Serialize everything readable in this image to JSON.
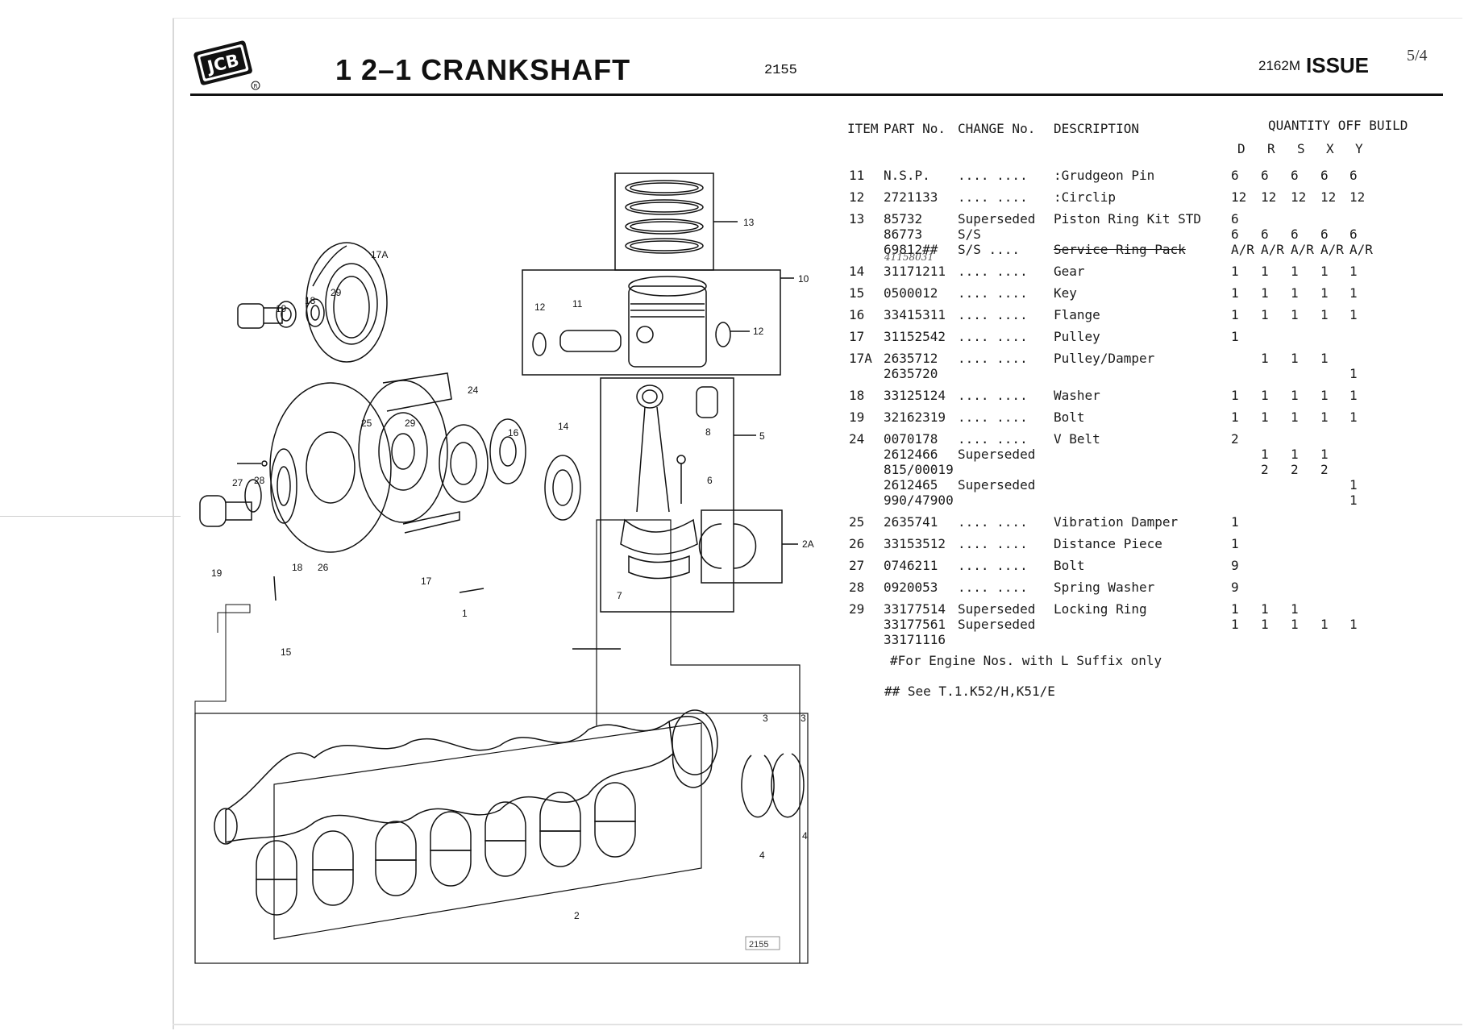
{
  "header": {
    "brand": "JCB",
    "title": "1 2–1 CRANKSHAFT",
    "figure_number": "2155",
    "issue_code": "2162M",
    "issue_label": "ISSUE",
    "issue_number": "5/4"
  },
  "table": {
    "headers": {
      "item": "ITEM",
      "part_no": "PART No.",
      "change_no": "CHANGE No.",
      "description": "DESCRIPTION",
      "quantity": "QUANTITY OFF BUILD"
    },
    "build_columns": [
      "D",
      "R",
      "S",
      "X",
      "Y"
    ],
    "rows": [
      {
        "item": "11",
        "part": "N.S.P.",
        "change": ".... ....",
        "desc": ":Grudgeon Pin",
        "qty": [
          "6",
          "6",
          "6",
          "6",
          "6"
        ]
      },
      {
        "item": "12",
        "part": "2721133",
        "change": ".... ....",
        "desc": ":Circlip",
        "qty": [
          "12",
          "12",
          "12",
          "12",
          "12"
        ]
      },
      {
        "item": "13",
        "part": "85732",
        "change": "Superseded",
        "desc": "Piston Ring Kit STD",
        "qty": [
          "6",
          "",
          "",
          "",
          ""
        ]
      },
      {
        "item": "",
        "part": "86773",
        "change": "S/S",
        "desc": "",
        "qty": [
          "6",
          "6",
          "6",
          "6",
          "6"
        ]
      },
      {
        "item": "",
        "part": "69812##",
        "change": "S/S ....",
        "desc": "Service Ring Pack",
        "qty": [
          "A/R",
          "A/R",
          "A/R",
          "A/R",
          "A/R"
        ]
      },
      {
        "item": "14",
        "part": "31171211",
        "change": ".... ....",
        "desc": "Gear",
        "qty": [
          "1",
          "1",
          "1",
          "1",
          "1"
        ]
      },
      {
        "item": "15",
        "part": "0500012",
        "change": ".... ....",
        "desc": "Key",
        "qty": [
          "1",
          "1",
          "1",
          "1",
          "1"
        ]
      },
      {
        "item": "16",
        "part": "33415311",
        "change": ".... ....",
        "desc": "Flange",
        "qty": [
          "1",
          "1",
          "1",
          "1",
          "1"
        ]
      },
      {
        "item": "17",
        "part": "31152542",
        "change": ".... ....",
        "desc": "Pulley",
        "qty": [
          "1",
          "",
          "",
          "",
          ""
        ]
      },
      {
        "item": "17A",
        "part": "2635712",
        "change": ".... ....",
        "desc": "Pulley/Damper",
        "qty": [
          "",
          "1",
          "1",
          "1",
          ""
        ]
      },
      {
        "item": "",
        "part": "2635720",
        "change": "",
        "desc": "",
        "qty": [
          "",
          "",
          "",
          "",
          "1"
        ]
      },
      {
        "item": "18",
        "part": "33125124",
        "change": ".... ....",
        "desc": "Washer",
        "qty": [
          "1",
          "1",
          "1",
          "1",
          "1"
        ]
      },
      {
        "item": "19",
        "part": "32162319",
        "change": ".... ....",
        "desc": "Bolt",
        "qty": [
          "1",
          "1",
          "1",
          "1",
          "1"
        ]
      },
      {
        "item": "24",
        "part": "0070178",
        "change": ".... ....",
        "desc": "V Belt",
        "qty": [
          "2",
          "",
          "",
          "",
          ""
        ]
      },
      {
        "item": "",
        "part": "2612466",
        "change": "Superseded",
        "desc": "",
        "qty": [
          "",
          "1",
          "1",
          "1",
          ""
        ]
      },
      {
        "item": "",
        "part": "815/00019",
        "change": "",
        "desc": "",
        "qty": [
          "",
          "2",
          "2",
          "2",
          ""
        ]
      },
      {
        "item": "",
        "part": "2612465",
        "change": "Superseded",
        "desc": "",
        "qty": [
          "",
          "",
          "",
          "",
          "1"
        ]
      },
      {
        "item": "",
        "part": "990/47900",
        "change": "",
        "desc": "",
        "qty": [
          "",
          "",
          "",
          "",
          "1"
        ]
      },
      {
        "item": "25",
        "part": "2635741",
        "change": ".... ....",
        "desc": "Vibration Damper",
        "qty": [
          "1",
          "",
          "",
          "",
          ""
        ]
      },
      {
        "item": "26",
        "part": "33153512",
        "change": ".... ....",
        "desc": "Distance Piece",
        "qty": [
          "1",
          "",
          "",
          "",
          ""
        ]
      },
      {
        "item": "27",
        "part": "0746211",
        "change": ".... ....",
        "desc": "Bolt",
        "qty": [
          "9",
          "",
          "",
          "",
          ""
        ]
      },
      {
        "item": "28",
        "part": "0920053",
        "change": ".... ....",
        "desc": "Spring Washer",
        "qty": [
          "9",
          "",
          "",
          "",
          ""
        ]
      },
      {
        "item": "29",
        "part": "33177514",
        "change": "Superseded",
        "desc": "Locking Ring",
        "qty": [
          "1",
          "1",
          "1",
          "",
          ""
        ]
      },
      {
        "item": "",
        "part": "33177561",
        "change": "Superseded",
        "desc": "",
        "qty": [
          "1",
          "1",
          "1",
          "1",
          "1"
        ]
      },
      {
        "item": "",
        "part": "33171116",
        "change": "",
        "desc": "",
        "qty": [
          "",
          "",
          "",
          "",
          ""
        ]
      }
    ],
    "handwritten_part_note": "41158031",
    "notes": [
      "#For Engine Nos. with L Suffix only",
      "## See T.1.K52/H,K51/E"
    ]
  },
  "diagram": {
    "callouts": [
      "1",
      "2",
      "2A",
      "3",
      "3",
      "4",
      "4",
      "5",
      "6",
      "7",
      "8",
      "10",
      "11",
      "12",
      "12",
      "13",
      "14",
      "15",
      "16",
      "17",
      "17A",
      "18",
      "18",
      "19",
      "19",
      "24",
      "25",
      "26",
      "27",
      "28",
      "29",
      "29"
    ],
    "plate_number": "2155"
  }
}
